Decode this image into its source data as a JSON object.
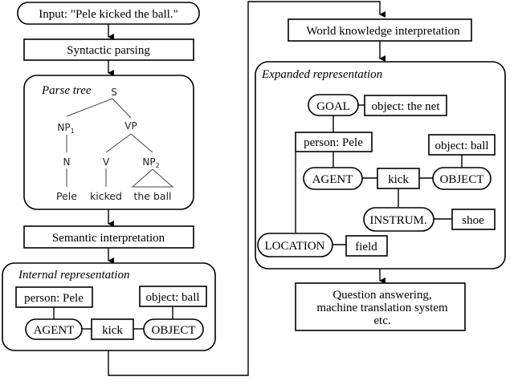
{
  "flow": {
    "input": "Input: \"Pele kicked the ball.\"",
    "syntactic": "Syntactic parsing",
    "semantic": "Semantic interpretation",
    "world": "World knowledge interpretation",
    "output_lines": [
      "Question answering,",
      "machine translation system",
      "etc."
    ]
  },
  "parse_tree": {
    "title": "Parse tree",
    "S": "S",
    "NP1": "NP",
    "NP1_sub": "1",
    "VP": "VP",
    "N": "N",
    "V": "V",
    "NP2": "NP",
    "NP2_sub": "2",
    "w1": "Pele",
    "w2": "kicked",
    "w3": "the ball"
  },
  "internal": {
    "title": "Internal representation",
    "person": "person: Pele",
    "object": "object: ball",
    "agent": "AGENT",
    "kick": "kick",
    "objrole": "OBJECT"
  },
  "expanded": {
    "title": "Expanded representation",
    "goal": "GOAL",
    "goal_obj": "object: the net",
    "person": "person: Pele",
    "object": "object: ball",
    "agent": "AGENT",
    "kick": "kick",
    "objrole": "OBJECT",
    "instrum": "INSTRUM.",
    "shoe": "shoe",
    "location": "LOCATION",
    "field": "field"
  }
}
